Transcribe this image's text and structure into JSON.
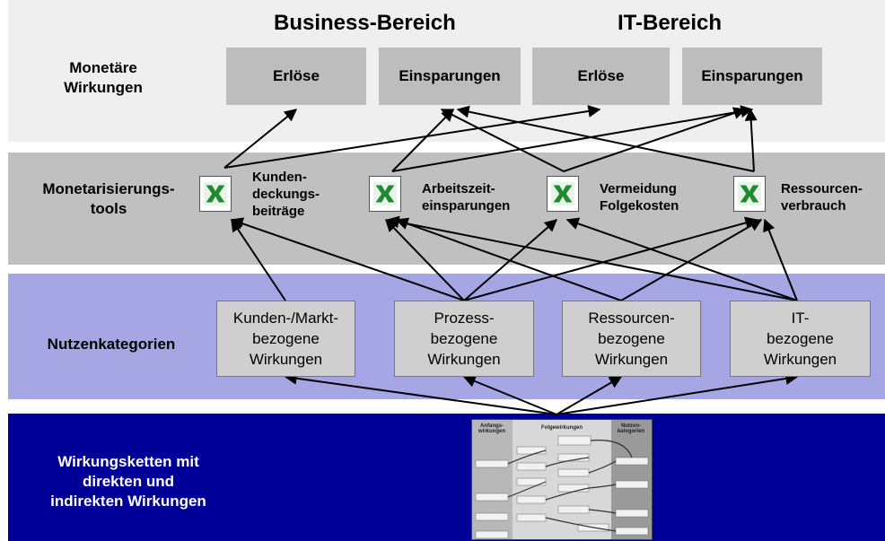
{
  "rows": {
    "monetaere": "Monetäre\nWirkungen",
    "tools": "Monetarisierungs-\ntools",
    "nutzen": "Nutzenkategorien",
    "wirkungsketten": "Wirkungsketten mit\ndirekten und\nindirekten Wirkungen"
  },
  "headers": {
    "business": "Business-Bereich",
    "it": "IT-Bereich"
  },
  "monetary_boxes": [
    {
      "label": "Erlöse"
    },
    {
      "label": "Einsparungen"
    },
    {
      "label": "Erlöse"
    },
    {
      "label": "Einsparungen"
    }
  ],
  "tools": [
    {
      "label": "Kunden-\ndeckungs-\nbeiträge",
      "icon": "excel-icon"
    },
    {
      "label": "Arbeitszeit-\neinsparungen",
      "icon": "excel-icon"
    },
    {
      "label": "Vermeidung\nFolgekosten",
      "icon": "excel-icon"
    },
    {
      "label": "Ressourcen-\nverbrauch",
      "icon": "excel-icon"
    }
  ],
  "categories": [
    {
      "label": "Kunden-/Markt-\nbezogene\nWirkungen"
    },
    {
      "label": "Prozess-\nbezogene\nWirkungen"
    },
    {
      "label": "Ressourcen-\nbezogene\nWirkungen"
    },
    {
      "label": "IT-\nbezogene\nWirkungen"
    }
  ],
  "thumbnail": {
    "col_headers": [
      "Anfangs-\nwirkungen",
      "Folgewirkungen",
      "Nutzen-\nkategorien"
    ]
  },
  "colors": {
    "band_top": "#efefef",
    "band_tools": "#c0c0c0",
    "band_nutzen": "#a6a6e4",
    "band_wirk": "#000098",
    "excel_green": "#1f8a2f"
  }
}
